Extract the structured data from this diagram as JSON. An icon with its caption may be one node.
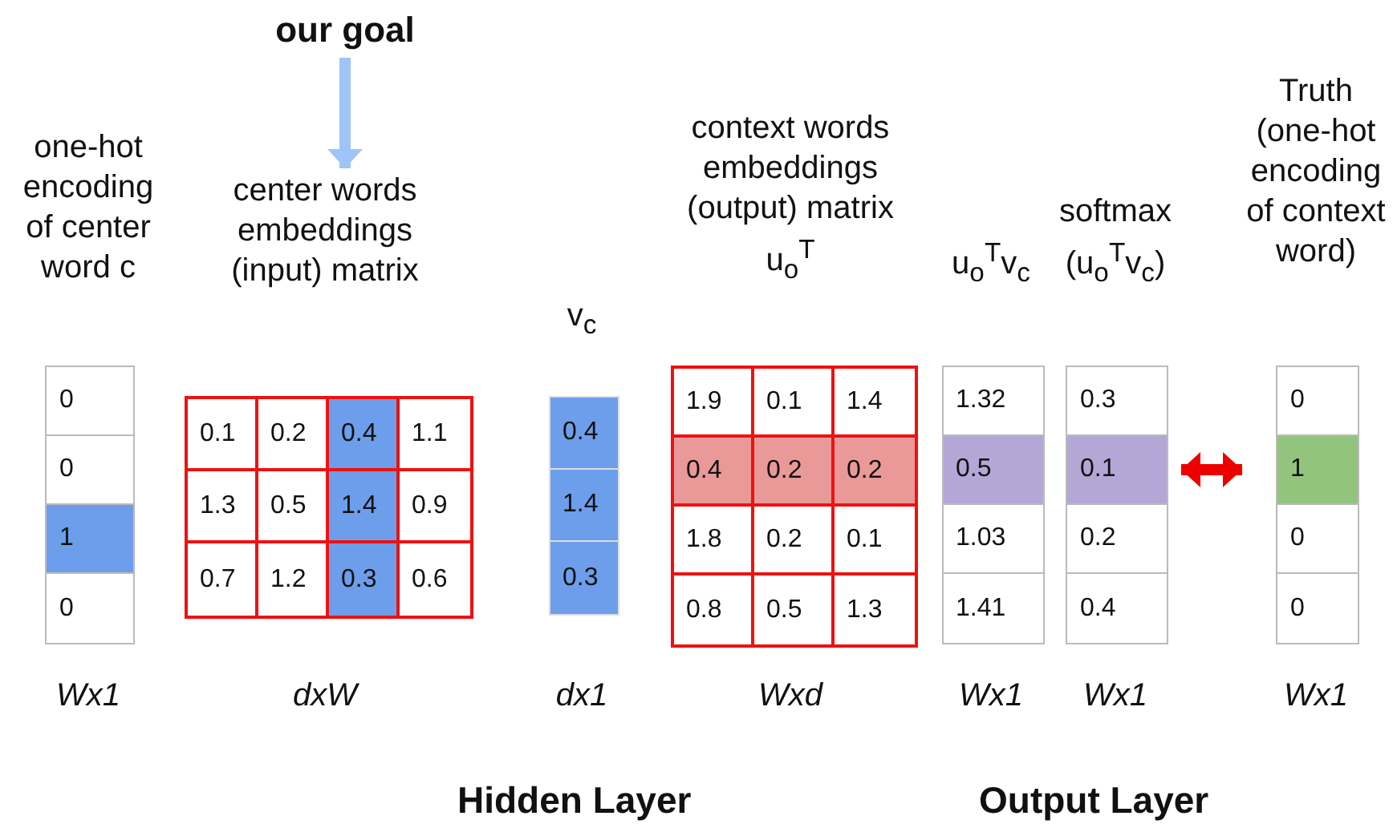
{
  "diagram": {
    "nodes": [
      {
        "text": [
          "our goal"
        ]
      },
      {
        "text": [
          "one-hot encoding of center word c"
        ],
        "beside": [
          "Wx1"
        ]
      },
      {
        "text": [
          "center words embeddings (input) matrix"
        ],
        "beside": [
          "dxW"
        ]
      },
      {
        "text": [
          "v$_{c}$"
        ],
        "beside": [
          "dx1"
        ]
      },
      {
        "text": [
          "context words embeddings (output) matrix",
          "u$_{o}$$^{T}$"
        ],
        "beside": [
          "Wxd"
        ]
      },
      {
        "text": [
          "u$_{o}$$^{T}$v$_{c}$"
        ],
        "beside": [
          "Wx1"
        ]
      },
      {
        "text": [
          "softmax (u$_{o}$$^{T}$v$_{c}$)"
        ],
        "beside": [
          "Wx1"
        ]
      },
      {
        "text": [
          "Truth (one-hot encoding of context word)"
        ],
        "beside": [
          "Wx1"
        ]
      }
    ],
    "edges": [
      {
        "from": 0,
        "to": 2,
        "arrow": "to",
        "color": "#9fc5f8"
      },
      {
        "from": 6,
        "to": 7,
        "arrow": "both",
        "color": "#ee0000"
      }
    ],
    "labels": [
      "0",
      "0",
      "1",
      "0",
      "0.1",
      "0.2",
      "0.4",
      "1.1",
      "1.3",
      "0.5",
      "1.4",
      "0.9",
      "0.7",
      "1.2",
      "0.3",
      "0.6",
      "0.4",
      "1.4",
      "0.3",
      "1.9",
      "0.1",
      "1.4",
      "0.4",
      "0.2",
      "0.2",
      "1.8",
      "0.2",
      "0.1",
      "0.8",
      "0.5",
      "1.3",
      "1.32",
      "0.5",
      "1.03",
      "1.41",
      "0.3",
      "0.1",
      "0.2",
      "0.4",
      "0",
      "1",
      "0",
      "0",
      "Hidden Layer",
      "Output Layer"
    ]
  }
}
